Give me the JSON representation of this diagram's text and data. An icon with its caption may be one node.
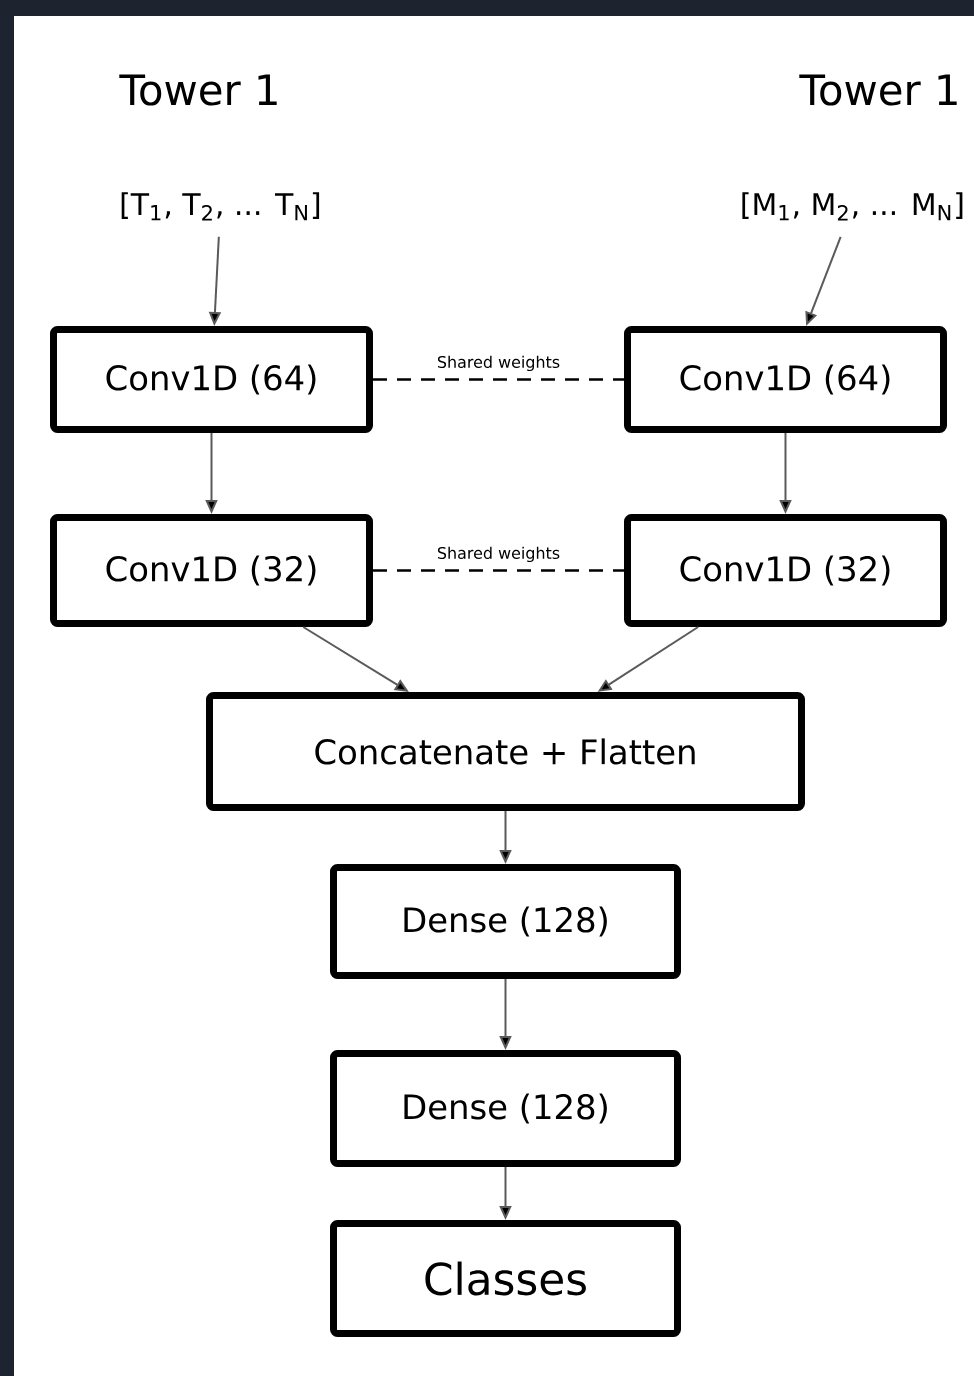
{
  "diagram": {
    "nodes": [
      {
        "text": [
          "[T$_{1}$, T$_{2}$, ... T$_{N}$]"
        ]
      },
      {
        "text": [
          "[M$_{1}$, M$_{2}$, ... M$_{N}$]"
        ]
      },
      {
        "text": [
          "Conv1D (64)"
        ]
      },
      {
        "text": [
          "Conv1D (64)"
        ]
      },
      {
        "text": [
          "Conv1D (32)"
        ]
      },
      {
        "text": [
          "Conv1D (32)"
        ]
      },
      {
        "text": [
          "Concatenate + Flatten"
        ]
      },
      {
        "text": [
          "Dense (128)"
        ]
      },
      {
        "text": [
          "Dense (128)"
        ]
      },
      {
        "text": [
          "Classes"
        ]
      }
    ],
    "edges": [
      {
        "from": 0,
        "to": 2,
        "arrow": "to"
      },
      {
        "from": 1,
        "to": 3,
        "arrow": "to"
      },
      {
        "from": 2,
        "to": 3,
        "arrow": "none",
        "style": "dashed",
        "label": "Shared weights"
      },
      {
        "from": 2,
        "to": 4,
        "arrow": "to"
      },
      {
        "from": 3,
        "to": 5,
        "arrow": "to"
      },
      {
        "from": 4,
        "to": 5,
        "arrow": "none",
        "style": "dashed",
        "label": "Shared weights"
      },
      {
        "from": 4,
        "to": 6,
        "arrow": "to"
      },
      {
        "from": 5,
        "to": 6,
        "arrow": "to"
      },
      {
        "from": 6,
        "to": 7,
        "arrow": "to"
      },
      {
        "from": 7,
        "to": 8,
        "arrow": "to"
      },
      {
        "from": 8,
        "to": 9,
        "arrow": "to"
      }
    ],
    "labels": [
      "Tower 1",
      "Tower 1"
    ]
  }
}
